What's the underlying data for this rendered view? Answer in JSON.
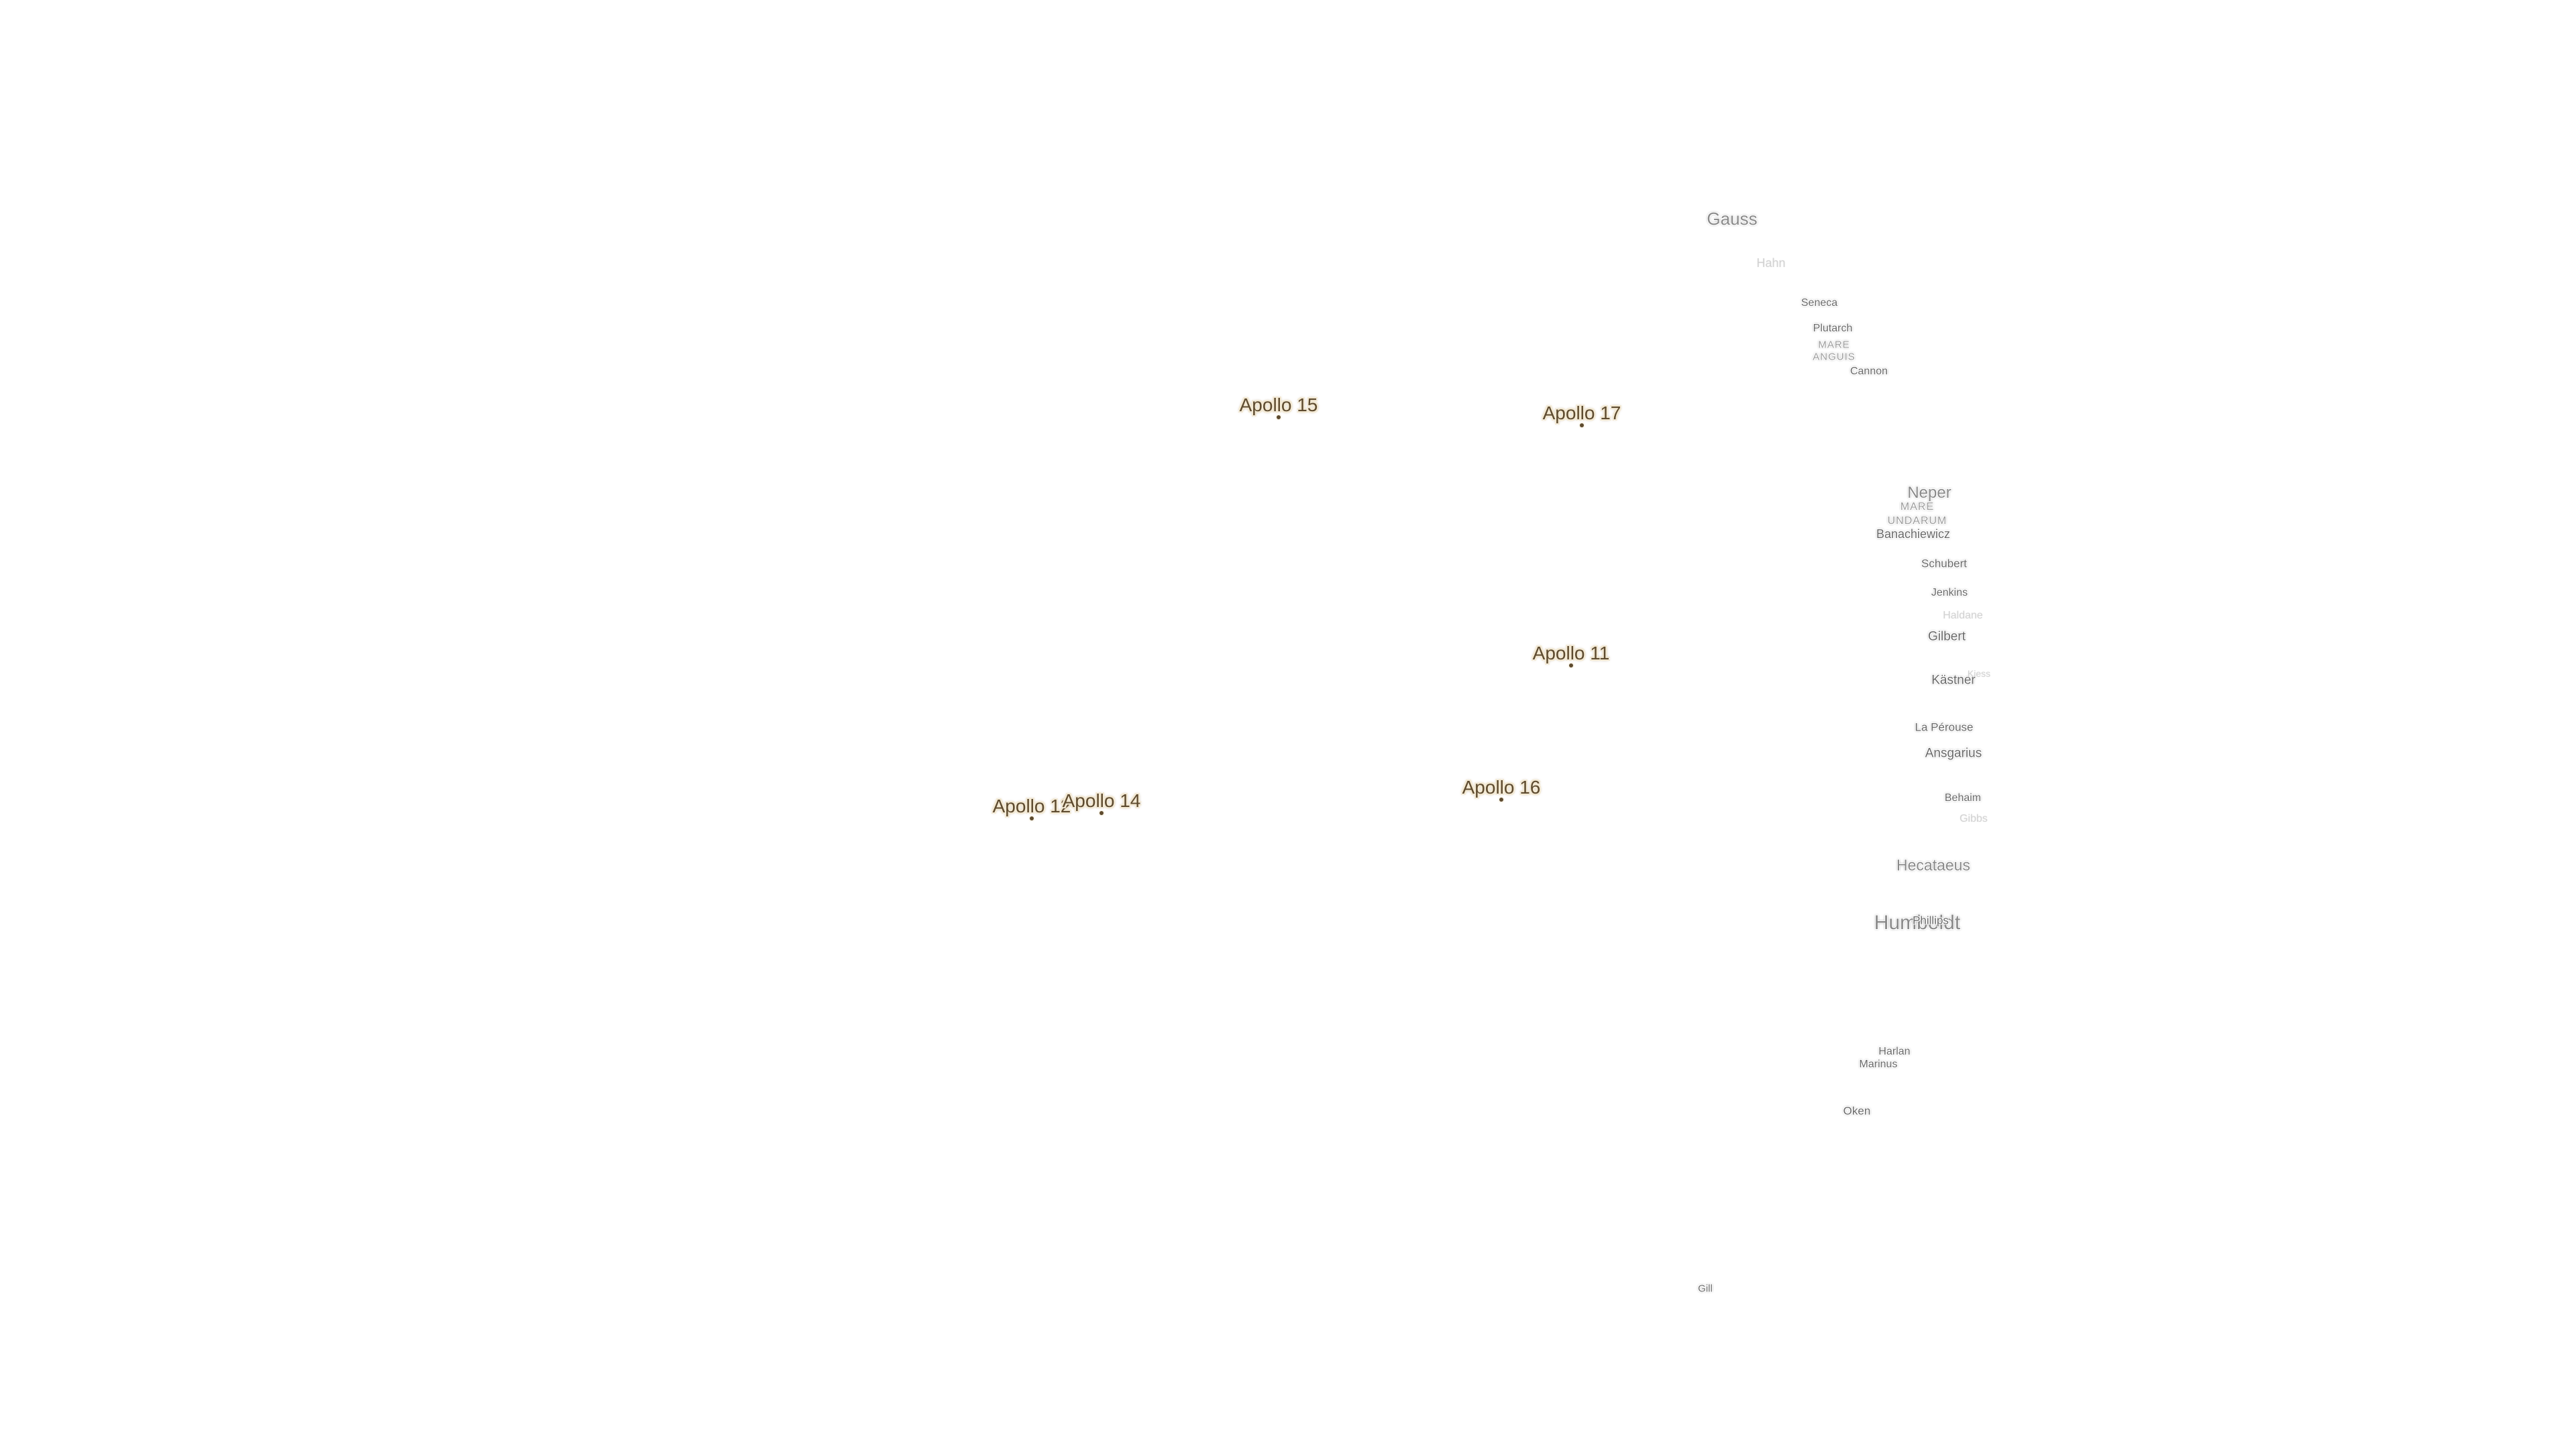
{
  "map": {
    "landing_sites": [
      {
        "label": "Apollo 15"
      },
      {
        "label": "Apollo 17"
      },
      {
        "label": "Apollo 11"
      },
      {
        "label": "Apollo 16"
      },
      {
        "label": "Apollo 12"
      },
      {
        "label": "Apollo 14"
      }
    ],
    "features": [
      {
        "label": "Gauss"
      },
      {
        "label": "Hahn"
      },
      {
        "label": "Seneca"
      },
      {
        "label": "Plutarch"
      },
      {
        "label": "MARE"
      },
      {
        "label": "ANGUIS"
      },
      {
        "label": "Cannon"
      },
      {
        "label": "Neper"
      },
      {
        "label": "MARE"
      },
      {
        "label": "UNDARUM"
      },
      {
        "label": "Banachiewicz"
      },
      {
        "label": "Schubert"
      },
      {
        "label": "Jenkins"
      },
      {
        "label": "Haldane"
      },
      {
        "label": "Gilbert"
      },
      {
        "label": "Kästner"
      },
      {
        "label": "Kiess"
      },
      {
        "label": "La Pérouse"
      },
      {
        "label": "Ansgarius"
      },
      {
        "label": "Behaim"
      },
      {
        "label": "Gibbs"
      },
      {
        "label": "Hecataeus"
      },
      {
        "label": "Humboldt"
      },
      {
        "label": "Phillips"
      },
      {
        "label": "Harlan"
      },
      {
        "label": "Marinus"
      },
      {
        "label": "Oken"
      },
      {
        "label": "Gill"
      }
    ]
  },
  "colors": {
    "background": "#ffffff",
    "site_text": "#5e4b2f",
    "site_halo": "#f4ead4",
    "feature_text": "#8a8a8a"
  }
}
